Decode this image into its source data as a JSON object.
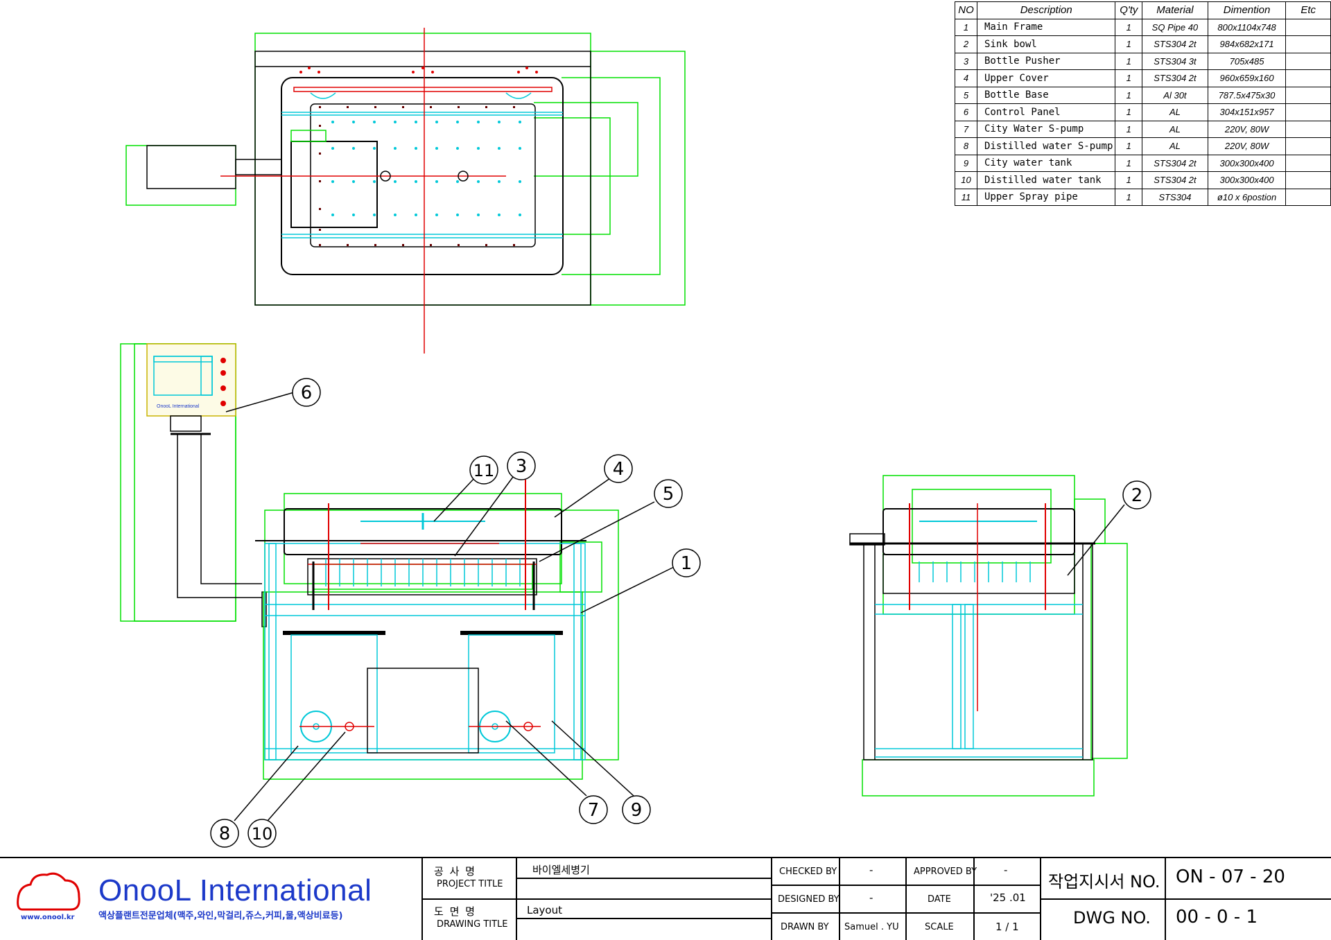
{
  "bom": {
    "headers": [
      "NO",
      "Description",
      "Q'ty",
      "Material",
      "Dimention",
      "Etc"
    ],
    "rows": [
      [
        "1",
        "Main Frame",
        "1",
        "SQ Pipe 40",
        "800x1104x748",
        ""
      ],
      [
        "2",
        "Sink bowl",
        "1",
        "STS304 2t",
        "984x682x171",
        ""
      ],
      [
        "3",
        "Bottle Pusher",
        "1",
        "STS304 3t",
        "705x485",
        ""
      ],
      [
        "4",
        "Upper Cover",
        "1",
        "STS304 2t",
        "960x659x160",
        ""
      ],
      [
        "5",
        "Bottle Base",
        "1",
        "Al 30t",
        "787.5x475x30",
        ""
      ],
      [
        "6",
        "Control Panel",
        "1",
        "AL",
        "304x151x957",
        ""
      ],
      [
        "7",
        "City Water S-pump",
        "1",
        "AL",
        "220V, 80W",
        ""
      ],
      [
        "8",
        "Distilled water S-pump",
        "1",
        "AL",
        "220V, 80W",
        ""
      ],
      [
        "9",
        "City water tank",
        "1",
        "STS304 2t",
        "300x300x400",
        ""
      ],
      [
        "10",
        "Distilled water tank",
        "1",
        "STS304 2t",
        "300x300x400",
        ""
      ],
      [
        "11",
        "Upper Spray pipe",
        "1",
        "STS304",
        "ø10 x 6postion",
        ""
      ]
    ]
  },
  "callouts": [
    "1",
    "2",
    "3",
    "4",
    "5",
    "6",
    "7",
    "8",
    "9",
    "10",
    "11"
  ],
  "title_block": {
    "company": "OnooL International",
    "company_sub": "액상플랜트전문업체(맥주,와인,막걸리,쥬스,커피,물,액상비료등)",
    "url": "www.onool.kr",
    "project_label_kr": "공  사  명",
    "project_label_en": "PROJECT TITLE",
    "project_title": "바이엘세병기",
    "drawing_label_kr": "도  면  명",
    "drawing_label_en": "DRAWING TITLE",
    "drawing_title": "Layout",
    "checked_by_label": "CHECKED BY",
    "checked_by": "-",
    "approved_by_label": "APPROVED BY",
    "approved_by": "-",
    "designed_by_label": "DESIGNED BY",
    "designed_by": "-",
    "date_label": "DATE",
    "date": "'25 .01",
    "drawn_by_label": "DRAWN BY",
    "drawn_by": "Samuel . YU",
    "scale_label": "SCALE",
    "scale": "1 / 1",
    "work_order_label": "작업지시서 NO.",
    "work_order_no": "ON - 07 - 20",
    "dwg_label": "DWG NO.",
    "dwg_no": "00 - 0 - 1"
  },
  "colors": {
    "green": "#00e000",
    "cyan": "#00c8d8",
    "red": "#e00000",
    "blue": "#1c39c9",
    "dark": "#000000"
  }
}
